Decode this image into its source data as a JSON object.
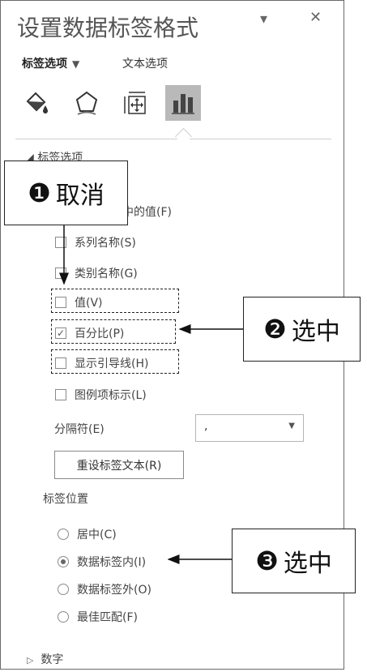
{
  "pane": {
    "title": "设置数据标签格式",
    "dropdown_glyph": "▾",
    "close_glyph": "✕"
  },
  "tabs": [
    {
      "label": "标签选项",
      "active": true
    },
    {
      "label": "文本选项",
      "active": false
    }
  ],
  "icons": [
    "fill-line-icon",
    "effects-icon",
    "size-properties-icon",
    "label-options-icon"
  ],
  "label_options": {
    "heading": "标签选项",
    "contains_heading_partial": "中的值(F)",
    "checkboxes": [
      {
        "label": "系列名称(S)",
        "checked": false
      },
      {
        "label": "类别名称(G)",
        "checked": false
      },
      {
        "label": "值(V)",
        "checked": false
      },
      {
        "label": "百分比(P)",
        "checked": true
      },
      {
        "label": "显示引导线(H)",
        "checked": false
      },
      {
        "label": "图例项标示(L)",
        "checked": false
      }
    ],
    "separator_label": "分隔符(E)",
    "separator_value": ",",
    "reset_button": "重设标签文本(R)",
    "position_heading": "标签位置",
    "positions": [
      {
        "label": "居中(C)",
        "selected": false
      },
      {
        "label": "数据标签内(I)",
        "selected": true
      },
      {
        "label": "数据标签外(O)",
        "selected": false
      },
      {
        "label": "最佳匹配(F)",
        "selected": false
      }
    ]
  },
  "number_section": {
    "heading": "数字"
  },
  "callouts": [
    {
      "number": "❶",
      "text": "取消"
    },
    {
      "number": "❷",
      "text": "选中"
    },
    {
      "number": "❸",
      "text": "选中"
    }
  ],
  "colors": {
    "active_icon_bg": "#b9b9b9",
    "border": "#6a6a6a"
  }
}
